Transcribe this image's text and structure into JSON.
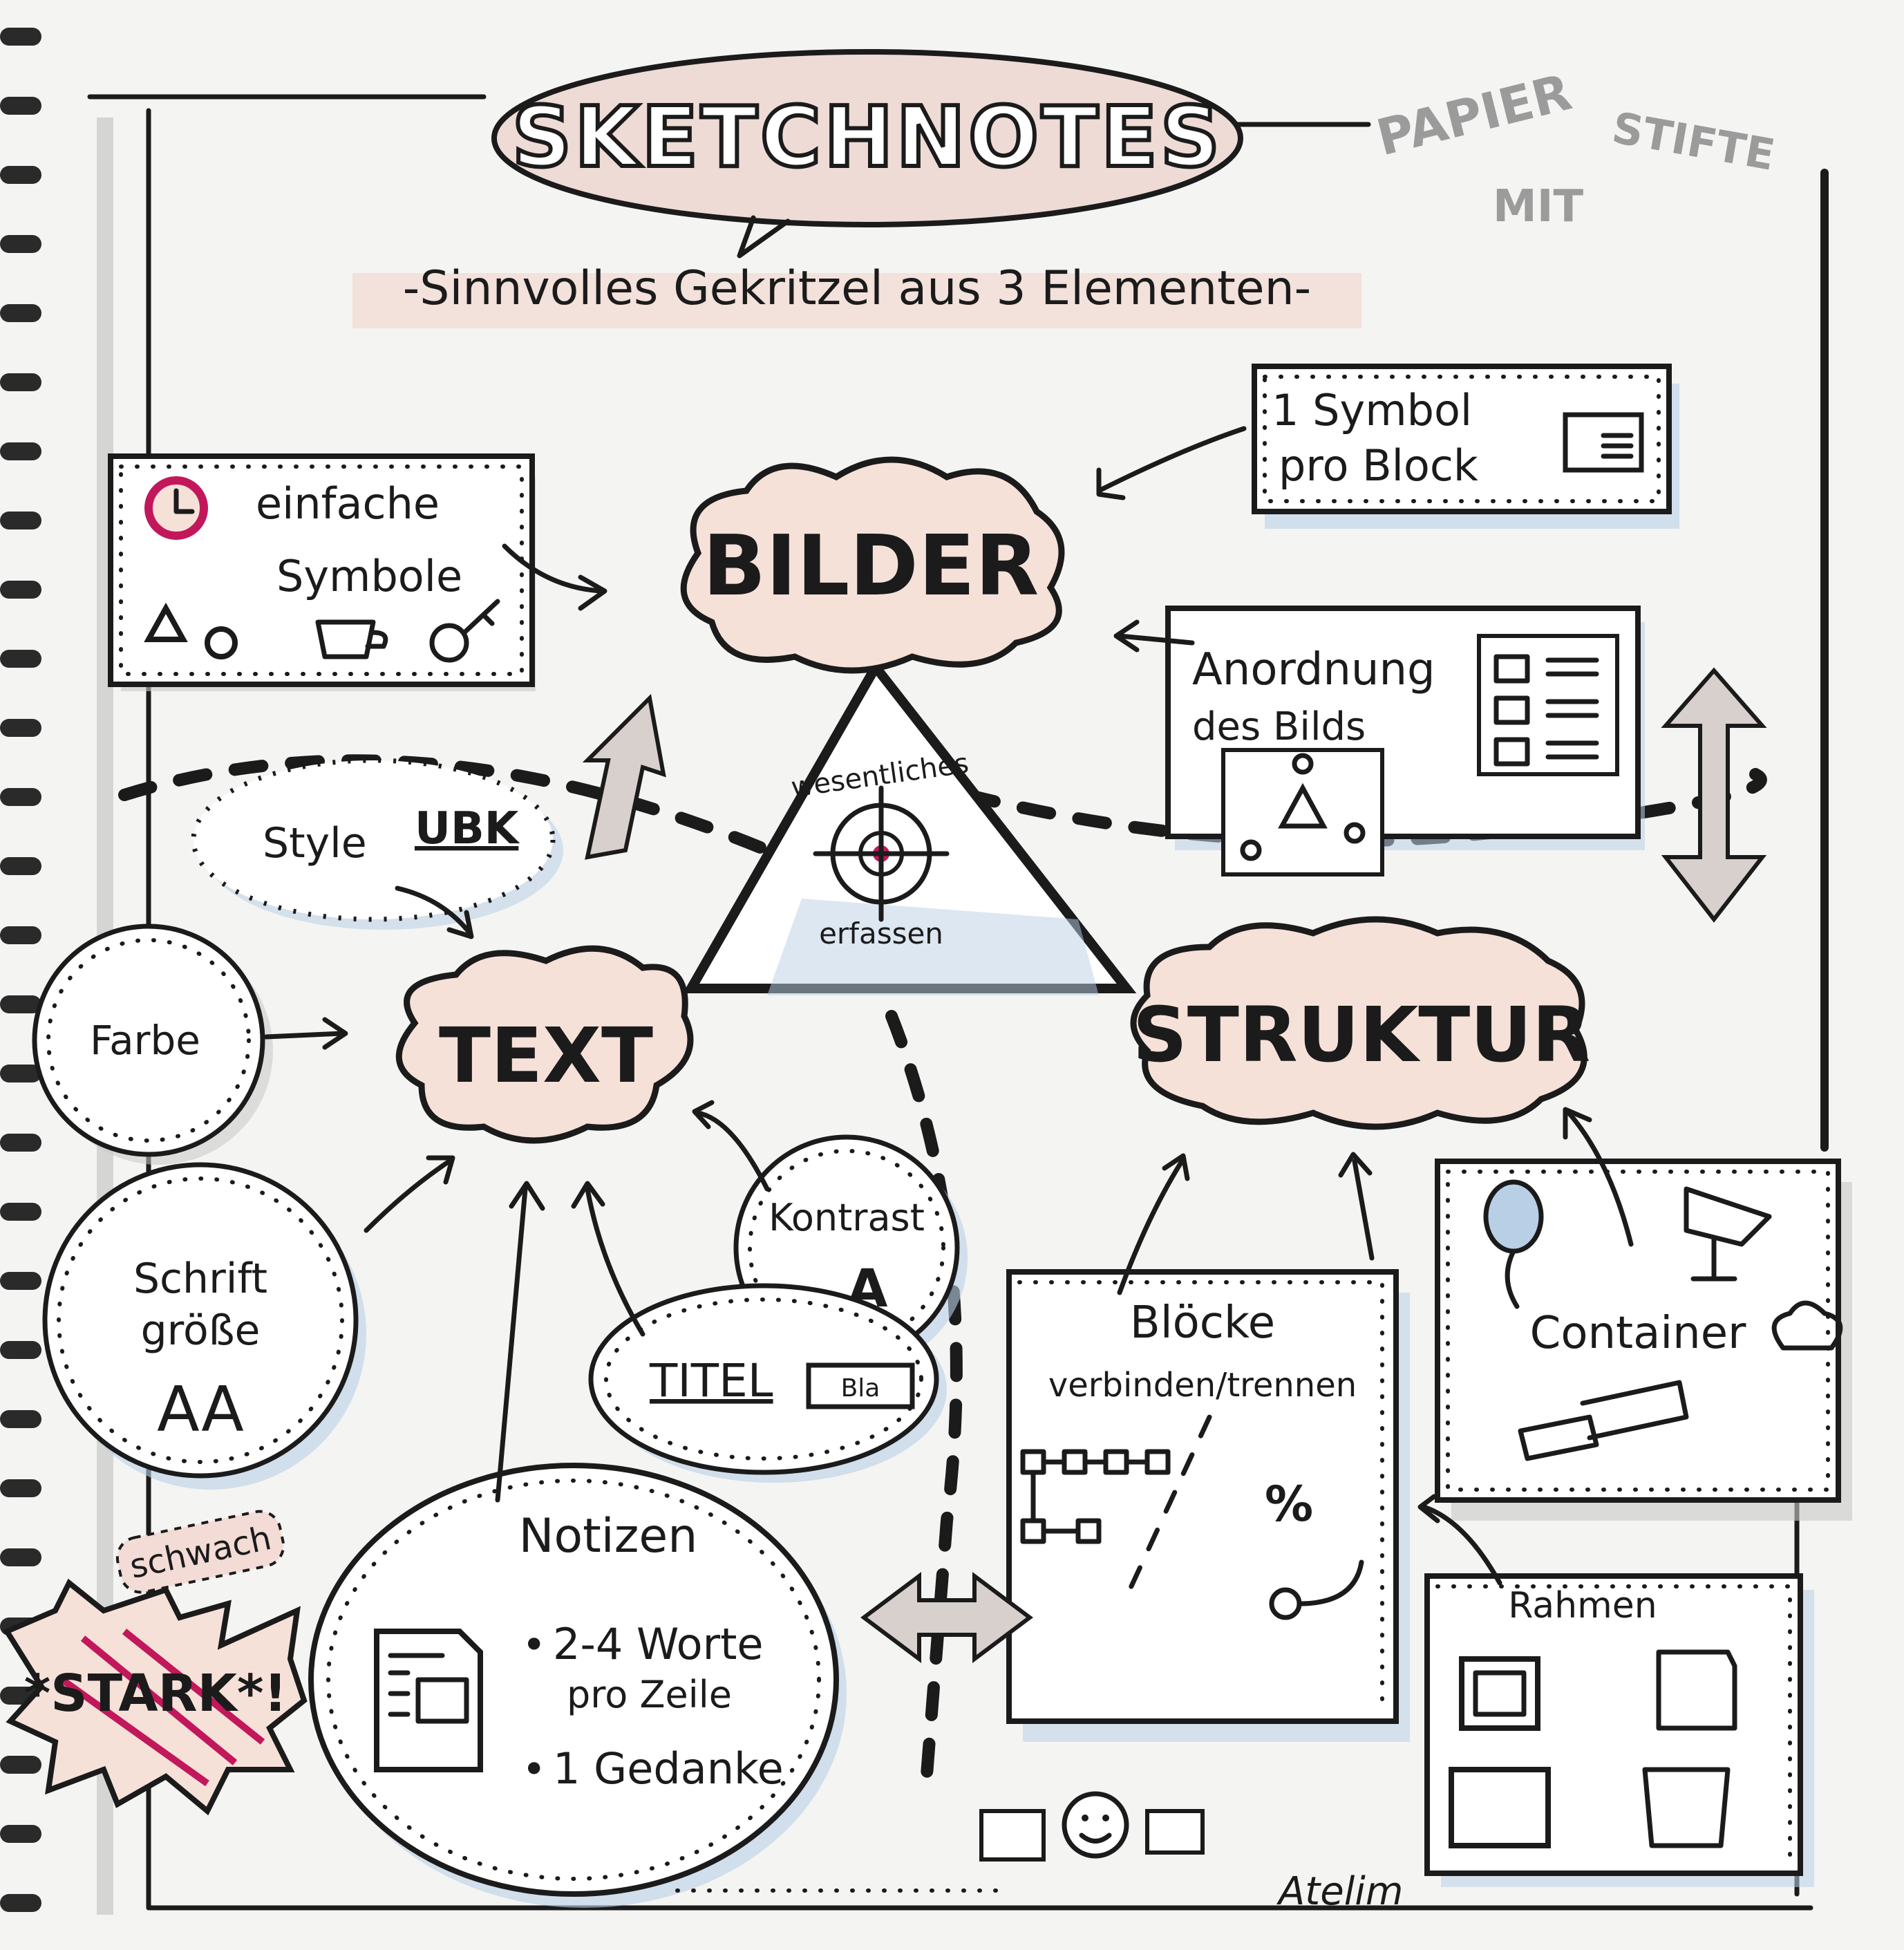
{
  "title": "SKETCHNOTES",
  "subtitle": "-Sinnvolles Gekritzel aus 3 Elementen-",
  "corner_note": {
    "line1": "PAPIER",
    "line2": "STIFTE",
    "line3": "MIT"
  },
  "nodes": {
    "bilder": "BILDER",
    "text": "TEXT",
    "struktur": "STRUKTUR"
  },
  "center_triangle": {
    "top": "wesentliches",
    "bottom": "erfassen"
  },
  "boxes": {
    "symbole": {
      "line1": "einfache",
      "line2": "Symbole"
    },
    "symbol_block": {
      "line1": "1 Symbol",
      "line2": "pro Block"
    },
    "anordnung": {
      "line1": "Anordnung",
      "line2": "des Bilds"
    },
    "bloecke": {
      "line1": "Blöcke",
      "line2": "verbinden/trennen"
    },
    "container": {
      "label": "Container"
    },
    "rahmen": {
      "label": "Rahmen"
    }
  },
  "bubbles": {
    "style": {
      "label": "Style",
      "letters": "UBK"
    },
    "farbe": "Farbe",
    "schrift": {
      "line1": "Schrift",
      "line2": "größe",
      "sample": "AA"
    },
    "kontrast": {
      "label": "Kontrast",
      "sample": "A"
    },
    "titel": {
      "label": "TITEL",
      "sample": "Bla"
    },
    "notizen": {
      "title": "Notizen",
      "bullet1_line1": "2-4 Worte",
      "bullet1_line2": "pro Zeile",
      "bullet2": "1 Gedanke"
    }
  },
  "badges": {
    "schwach": "schwach",
    "stark": "*STARK*!"
  },
  "signature": "Atelim",
  "colors": {
    "ink": "#1b1b1b",
    "accent_pink": "#c2185b",
    "cloud_fill": "#f6e1d9",
    "blue_shadow": "#b9cfe6",
    "grey_shadow": "#c8c8c8",
    "paper": "#f4f4f2"
  }
}
